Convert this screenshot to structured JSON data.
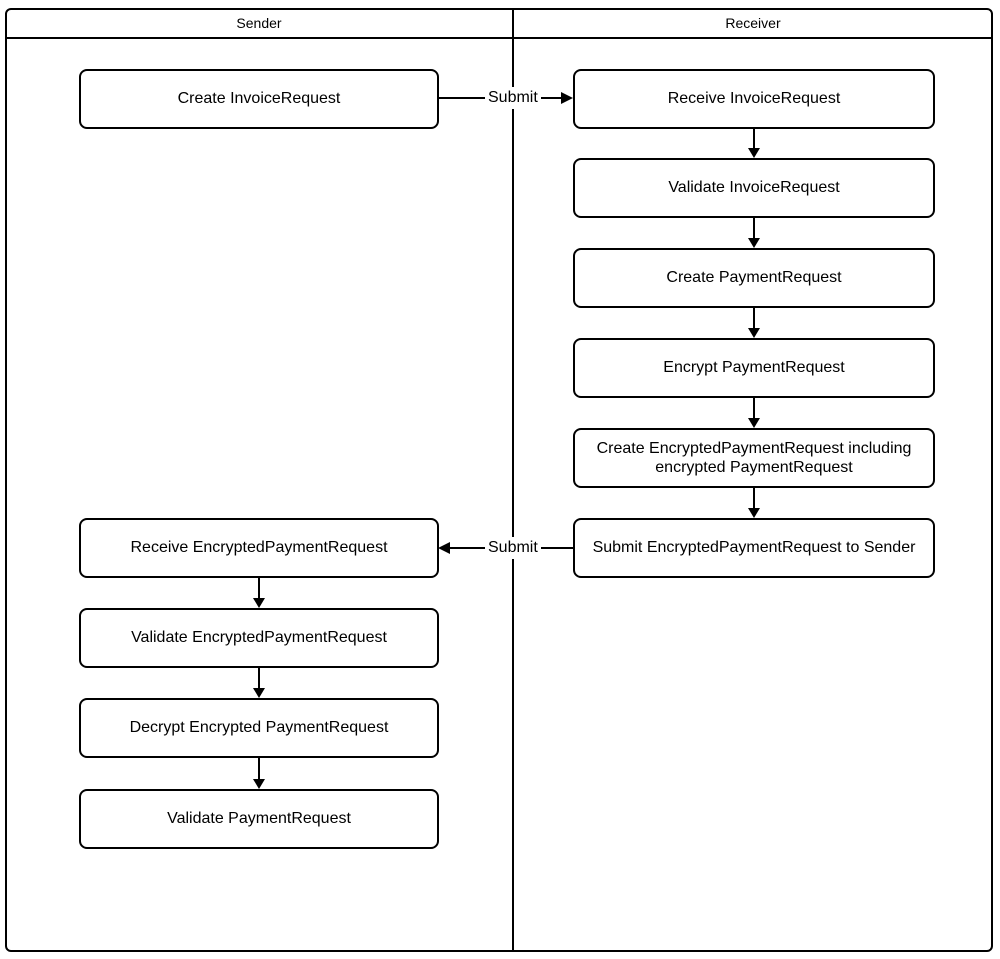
{
  "diagram": {
    "type": "swimlane-flowchart",
    "lanes": [
      {
        "title": "Sender",
        "nodes": [
          {
            "label": "Create InvoiceRequest"
          },
          {
            "label": "Receive EncryptedPaymentRequest"
          },
          {
            "label": "Validate EncryptedPaymentRequest"
          },
          {
            "label": "Decrypt Encrypted PaymentRequest"
          },
          {
            "label": "Validate PaymentRequest"
          }
        ]
      },
      {
        "title": "Receiver",
        "nodes": [
          {
            "label": "Receive InvoiceRequest"
          },
          {
            "label": "Validate InvoiceRequest"
          },
          {
            "label": "Create PaymentRequest"
          },
          {
            "label": "Encrypt PaymentRequest"
          },
          {
            "label": "Create EncryptedPaymentRequest including encrypted PaymentRequest"
          },
          {
            "label": "Submit EncryptedPaymentRequest to Sender"
          }
        ]
      }
    ],
    "edges": [
      {
        "label": "Submit",
        "from": "Create InvoiceRequest",
        "to": "Receive InvoiceRequest",
        "direction": "right"
      },
      {
        "label": "Submit",
        "from": "Submit EncryptedPaymentRequest to Sender",
        "to": "Receive EncryptedPaymentRequest",
        "direction": "left"
      }
    ],
    "colors": {
      "line": "#000000",
      "node_fill": "#ffffff",
      "background": "#ffffff"
    }
  }
}
